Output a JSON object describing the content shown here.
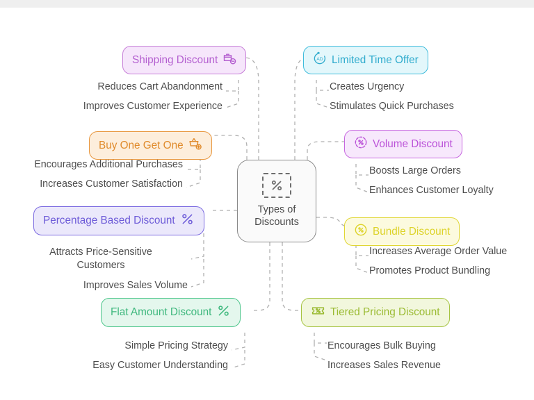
{
  "diagram": {
    "type": "mind-map",
    "background": "#ffffff",
    "topbar_color": "#efefef",
    "center": {
      "label": "Types of\nDiscounts",
      "icon": "percent-dashed-box-icon",
      "border_color": "#8a8a8a",
      "fill_color": "#fafafa",
      "text_color": "#4a4a4a"
    },
    "connector": {
      "color": "#b0b0b0",
      "style": "dashed"
    },
    "branches": [
      {
        "id": "shipping-discount",
        "label": "Shipping Discount",
        "icon": "package-minus-icon",
        "icon_position": "right",
        "side": "left",
        "color": "#c77fd8",
        "fill": "#f6e6fb",
        "border": "#c77fd8",
        "children": [
          "Reduces Cart Abandonment",
          "Improves Customer Experience"
        ]
      },
      {
        "id": "limited-time-offer",
        "label": "Limited Time Offer",
        "icon": "ad-badge-icon",
        "icon_position": "left",
        "side": "right",
        "color": "#3fbcdc",
        "fill": "#e3f7fb",
        "border": "#3fbcdc",
        "children": [
          "Creates Urgency",
          "Stimulates Quick Purchases"
        ]
      },
      {
        "id": "buy-one-get-one",
        "label": "Buy One Get One",
        "icon": "basket-plus-icon",
        "icon_position": "right",
        "side": "left",
        "color": "#e8973f",
        "fill": "#fdeedc",
        "border": "#e8973f",
        "children": [
          "Encourages Additional Purchases",
          "Increases Customer Satisfaction"
        ]
      },
      {
        "id": "volume-discount",
        "label": "Volume Discount",
        "icon": "percent-dashed-circle-icon",
        "icon_position": "left",
        "side": "right",
        "color": "#c766e0",
        "fill": "#f7e8fc",
        "border": "#c766e0",
        "children": [
          "Boosts Large Orders",
          "Enhances Customer Loyalty"
        ]
      },
      {
        "id": "percentage-based-discount",
        "label": "Percentage Based Discount",
        "icon": "percent-icon",
        "icon_position": "right",
        "side": "left",
        "color": "#7b6ae0",
        "fill": "#ebe8fb",
        "border": "#7b6ae0",
        "children": [
          "Attracts Price-Sensitive\nCustomers",
          "Improves Sales Volume"
        ]
      },
      {
        "id": "bundle-discount",
        "label": "Bundle Discount",
        "icon": "percent-circle-icon",
        "icon_position": "left",
        "side": "right",
        "color": "#e0d633",
        "fill": "#fcfadf",
        "border": "#e0d633",
        "children": [
          "Increases Average Order Value",
          "Promotes Product Bundling"
        ]
      },
      {
        "id": "flat-amount-discount",
        "label": "Flat Amount Discount",
        "icon": "percent-icon",
        "icon_position": "right",
        "side": "left",
        "color": "#4ec68c",
        "fill": "#e4f7ed",
        "border": "#4ec68c",
        "children": [
          "Simple Pricing Strategy",
          "Easy Customer Understanding"
        ]
      },
      {
        "id": "tiered-pricing-discount",
        "label": "Tiered Pricing Discount",
        "icon": "ticket-percent-icon",
        "icon_position": "left",
        "side": "right",
        "color": "#a6c442",
        "fill": "#f2f7dd",
        "border": "#a6c442",
        "children": [
          "Encourages Bulk Buying",
          "Increases Sales Revenue"
        ]
      }
    ]
  }
}
